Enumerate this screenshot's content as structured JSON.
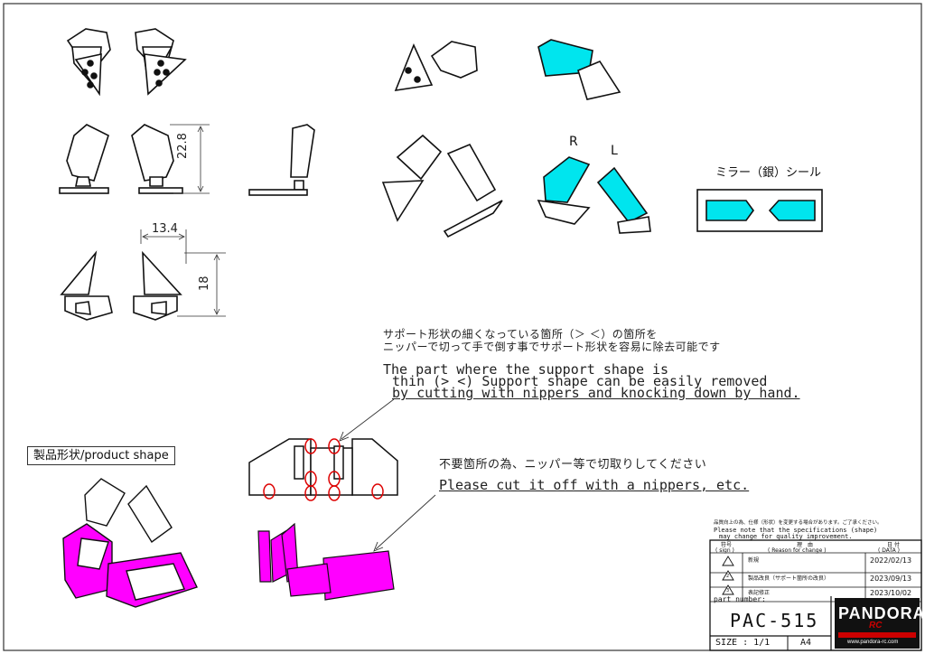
{
  "sheet": {
    "dimensions": {
      "height": "22.8",
      "width": "13.4",
      "depth": "18"
    },
    "view_labels": {
      "right": "R",
      "left": "L"
    },
    "mirror_sticker_label": "ミラー（銀）シール",
    "support_note": {
      "jp_line1": "サポート形状の細くなっている箇所（＞ ＜）の箇所を",
      "jp_line2": "ニッパーで切って手で倒す事でサポート形状を容易に除去可能です",
      "en_line1": "The part where the support shape is",
      "en_line2": "thin (> <) Support shape can be easily removed",
      "en_line3": "by cutting with nippers and knocking down by hand."
    },
    "cut_note": {
      "jp": "不要箇所の為、ニッパー等で切取りしてください",
      "en": "Please cut it off with a nippers, etc."
    },
    "product_shape_label": "製品形状/product shape"
  },
  "title_block": {
    "notice_jp": "品質向上の為、仕様（形状）を変更する場合があります。ご了承ください。",
    "notice_en1": "Please note that the specifications (shape)",
    "notice_en2": "may change for quality improvement.",
    "headers": {
      "sign_jp": "符号",
      "sign_en": "( sign )",
      "reason_jp": "理　由",
      "reason_en": "( Reason for change )",
      "date_jp": "日 付",
      "date_en": "( DATA )"
    },
    "revisions": [
      {
        "sign": "",
        "reason": "新規",
        "date": "2022/02/13"
      },
      {
        "sign": "2",
        "reason": "製品改良（サポート箇所の改良）",
        "date": "2023/09/13"
      },
      {
        "sign": "3",
        "reason": "表記修正",
        "date": "2023/10/02"
      }
    ],
    "part_number_label": "part number:",
    "part_number": "PAC-515",
    "size_label": "SIZE : 1/1",
    "paper": "A4",
    "logo_text": "PANDORA",
    "logo_sub": "RC",
    "logo_url": "www.pandora-rc.com"
  },
  "colors": {
    "mirror": "#00e5ee",
    "support": "#ff00ff",
    "cut_mark": "#dd0000"
  }
}
